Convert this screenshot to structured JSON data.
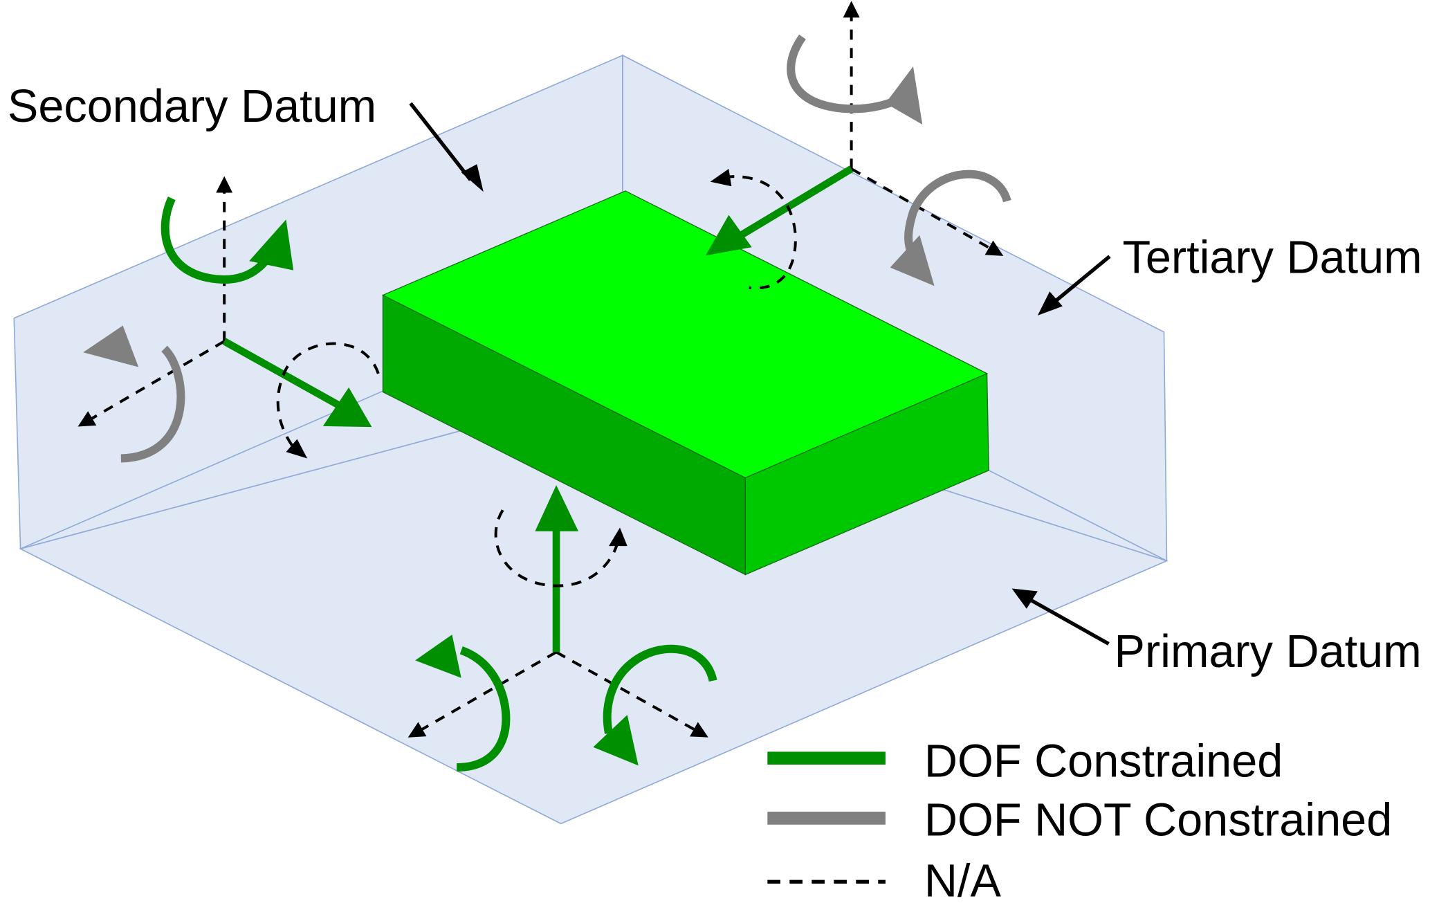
{
  "figure": {
    "labels": {
      "secondary": "Secondary Datum",
      "tertiary": "Tertiary Datum",
      "primary": "Primary Datum"
    },
    "legend": [
      {
        "key": "constrained",
        "label": "DOF Constrained",
        "style": "solid",
        "color": "#008f00"
      },
      {
        "key": "not_constrained",
        "label": "DOF NOT Constrained",
        "style": "solid",
        "color": "#808080"
      },
      {
        "key": "na",
        "label": "N/A",
        "style": "dashed",
        "color": "#000000"
      }
    ],
    "colors": {
      "constrained": "#008f00",
      "not_constrained": "#808080",
      "na": "#000000",
      "datum_plane": "#dfe8f4",
      "datum_edge": "#8fa9d8",
      "part_top": "#00ff00",
      "part_left": "#00aa00",
      "part_right": "#00c800"
    },
    "coordinate_systems": [
      {
        "datum": "Secondary Datum",
        "dofs": {
          "translation_normal": "constrained",
          "rotation_vertical": "constrained",
          "rotation_horizontal": "not_constrained",
          "translation_vertical": "na",
          "translation_horizontal": "na",
          "rotation_normal": "na"
        }
      },
      {
        "datum": "Tertiary Datum",
        "dofs": {
          "translation_normal": "constrained",
          "rotation_vertical": "not_constrained",
          "rotation_horizontal": "not_constrained",
          "translation_vertical": "na",
          "translation_horizontal": "na",
          "rotation_normal": "na"
        }
      },
      {
        "datum": "Primary Datum",
        "dofs": {
          "translation_normal": "constrained",
          "rotation_axis_left": "constrained",
          "rotation_axis_right": "constrained",
          "translation_left": "na",
          "translation_right": "na",
          "rotation_normal": "na"
        }
      }
    ]
  }
}
